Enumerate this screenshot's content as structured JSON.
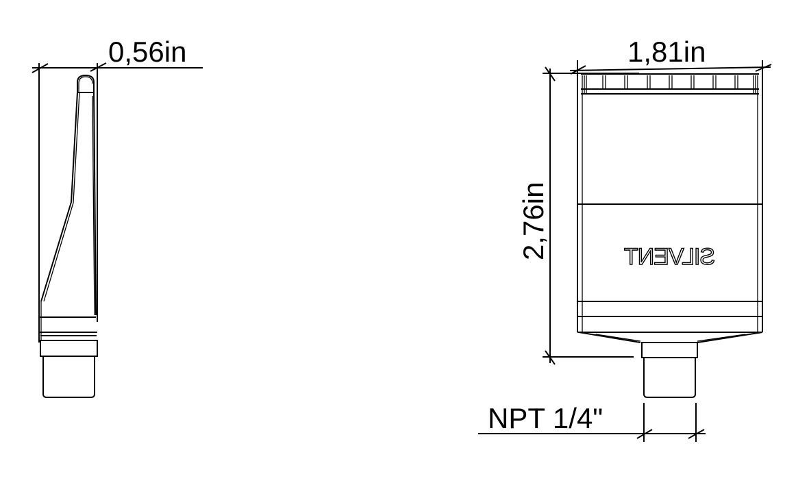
{
  "side_view": {
    "width_label": "0,56in"
  },
  "front_view": {
    "width_label": "1,81in",
    "height_label": "2,76in",
    "thread_label": "NPT 1/4\"",
    "brand_logo": "SILVENT"
  },
  "colors": {
    "line": "#000000",
    "background": "#ffffff"
  }
}
